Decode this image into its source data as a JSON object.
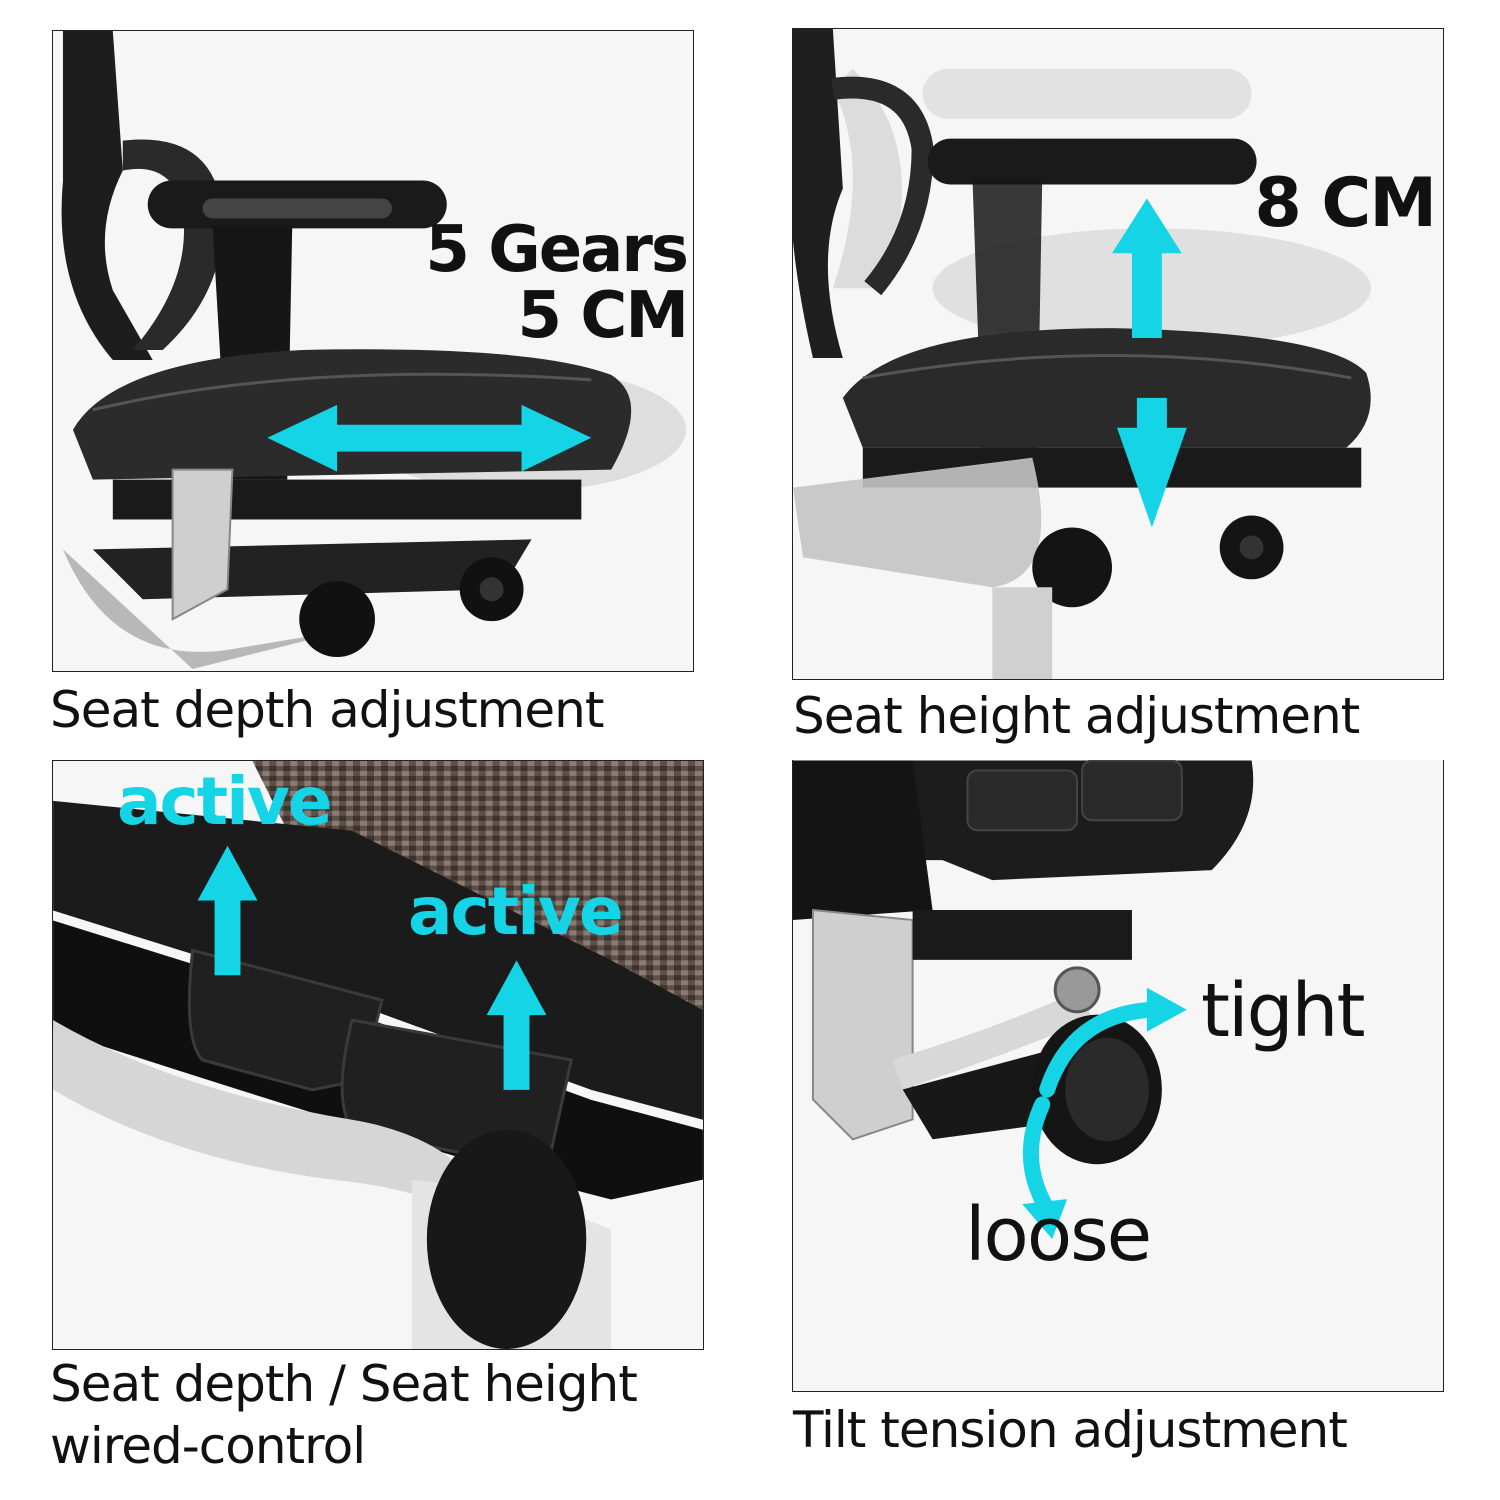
{
  "panels": {
    "top_left": {
      "annotation_line1": "5 Gears",
      "annotation_line2": "5 CM",
      "caption": "Seat depth adjustment"
    },
    "top_right": {
      "annotation": "8 CM",
      "caption": "Seat height adjustment"
    },
    "bottom_left": {
      "label_1": "active",
      "label_2": "active",
      "caption_line1": "Seat depth / Seat height",
      "caption_line2": "wired-control"
    },
    "bottom_right": {
      "label_tight": "tight",
      "label_loose": "loose",
      "caption": "Tilt tension adjustment"
    }
  },
  "colors": {
    "arrow_accent": "#14d4e6",
    "text": "#111111",
    "border": "#222222"
  }
}
